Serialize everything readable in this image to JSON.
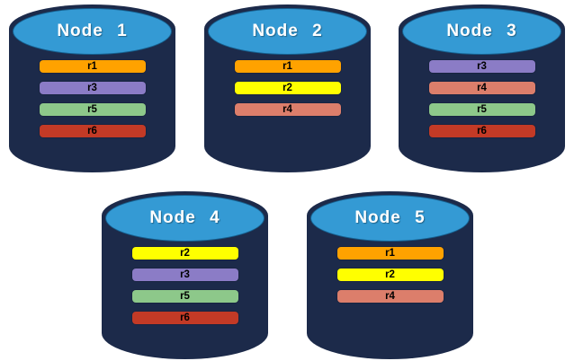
{
  "replica_colors": {
    "r1": "#FFA200",
    "r2": "#FFFF00",
    "r3": "#8B7CC6",
    "r4": "#DC7E6B",
    "r5": "#8DC88A",
    "r6": "#C33A26"
  },
  "cylinder_colors": {
    "body": "#1C2A4A",
    "top": "#349AD4",
    "top_border": "#16608F",
    "label_text": "#FFFFFF",
    "bar_text": "#000000"
  },
  "nodes": [
    {
      "label": "Node 1",
      "replicas": [
        "r1",
        "r3",
        "r5",
        "r6"
      ]
    },
    {
      "label": "Node 2",
      "replicas": [
        "r1",
        "r2",
        "r4"
      ]
    },
    {
      "label": "Node 3",
      "replicas": [
        "r3",
        "r4",
        "r5",
        "r6"
      ]
    },
    {
      "label": "Node 4",
      "replicas": [
        "r2",
        "r3",
        "r5",
        "r6"
      ]
    },
    {
      "label": "Node 5",
      "replicas": [
        "r1",
        "r2",
        "r4"
      ]
    }
  ]
}
